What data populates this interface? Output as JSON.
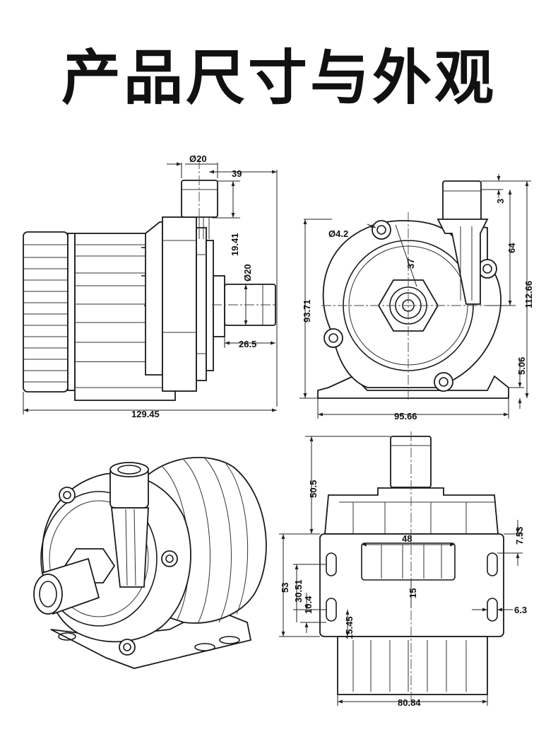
{
  "title": "产品尺寸与外观",
  "side_view": {
    "dims": {
      "d_outlet": "Ø20",
      "d_39": "39",
      "d_19_41": "19.41",
      "d_inlet": "Ø20",
      "d_26_5": "26.5",
      "d_length": "129.45"
    }
  },
  "front_view": {
    "dims": {
      "d_hole": "Ø4.2",
      "d_37": "37",
      "d_3": "3",
      "d_64": "64",
      "d_height": "112.66",
      "d_93_71": "93.71",
      "d_5_06": "5.06",
      "d_width": "95.66"
    }
  },
  "bottom_view": {
    "dims": {
      "d_50_5": "50.5",
      "d_7_53": "7.53",
      "d_48": "48",
      "d_53": "53",
      "d_30_51": "30.51",
      "d_10_4": "10.4",
      "d_15": "15",
      "d_15_45": "15.45",
      "d_6_3": "6.3",
      "d_width": "80.84"
    }
  }
}
